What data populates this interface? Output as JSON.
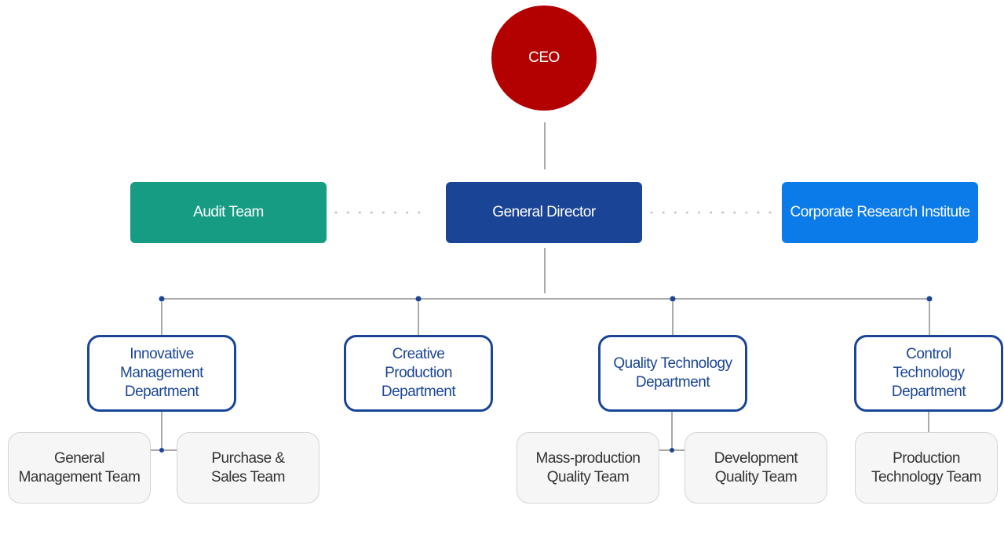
{
  "ceo": {
    "label": "CEO"
  },
  "staff": {
    "audit": "Audit Team",
    "director": "General Director",
    "research": "Corporate Research Institute"
  },
  "departments": [
    {
      "label": "Innovative\nManagement\nDepartment"
    },
    {
      "label": "Creative\nProduction\nDepartment"
    },
    {
      "label": "Quality Technology\nDepartment"
    },
    {
      "label": "Control\nTechnology\nDepartment"
    }
  ],
  "teams": [
    {
      "label": "General\nManagement Team"
    },
    {
      "label": "Purchase &\nSales Team"
    },
    {
      "label": "Mass-production\nQuality Team"
    },
    {
      "label": "Development\nQuality Team"
    },
    {
      "label": "Production\nTechnology Team"
    }
  ],
  "colors": {
    "ceo": "#b30000",
    "audit": "#179c84",
    "director": "#1a4596",
    "research": "#0b7bea",
    "connector": "#555555",
    "dotted": "#c8c8c8"
  }
}
